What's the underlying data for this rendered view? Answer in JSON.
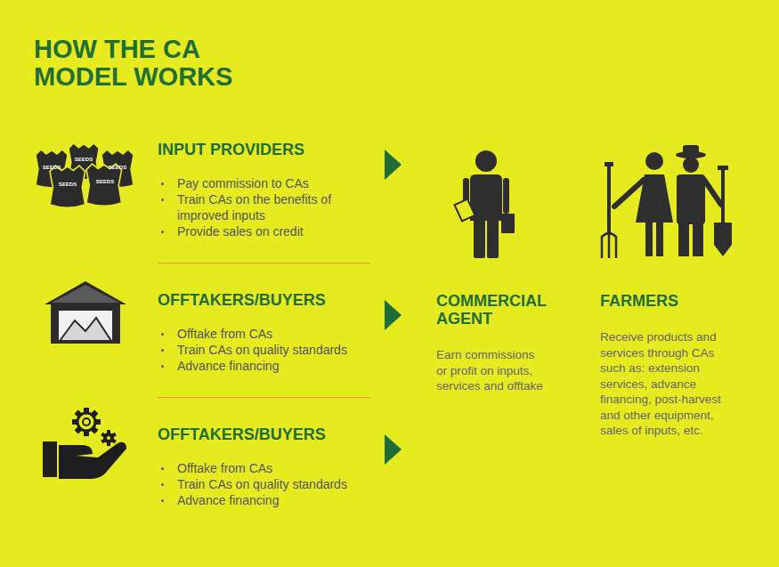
{
  "diagram": {
    "title": "HOW THE CA MODEL WORKS",
    "nodes": [
      {
        "text": [
          "INPUT PROVIDERS",
          "Pay commission to CAs",
          "Train CAs on the benefits of improved inputs",
          "Provide sales on credit"
        ]
      },
      {
        "text": [
          "OFFTAKERS/BUYERS",
          "Offtake from CAs",
          "Train CAs on quality standards",
          "Advance financing"
        ]
      },
      {
        "text": [
          "OFFTAKERS/BUYERS",
          "Offtake from CAs",
          "Train CAs on quality standards",
          "Advance financing"
        ]
      },
      {
        "text": [
          "COMMERCIAL AGENT",
          "Earn commissions or profit on inputs, services and offtake"
        ]
      },
      {
        "text": [
          "FARMERS",
          "Receive products and services through CAs such as: extension services, advance financing, post-harvest and other equipment, sales of inputs, etc."
        ]
      }
    ],
    "edges": [
      {
        "from": 0,
        "to": 3,
        "arrow": "to"
      },
      {
        "from": 1,
        "to": 3,
        "arrow": "to"
      },
      {
        "from": 2,
        "to": 3,
        "arrow": "to"
      }
    ],
    "labels": [
      "SEEDS",
      "SEEDS",
      "SEEDS",
      "SEEDS",
      "SEEDS"
    ]
  }
}
